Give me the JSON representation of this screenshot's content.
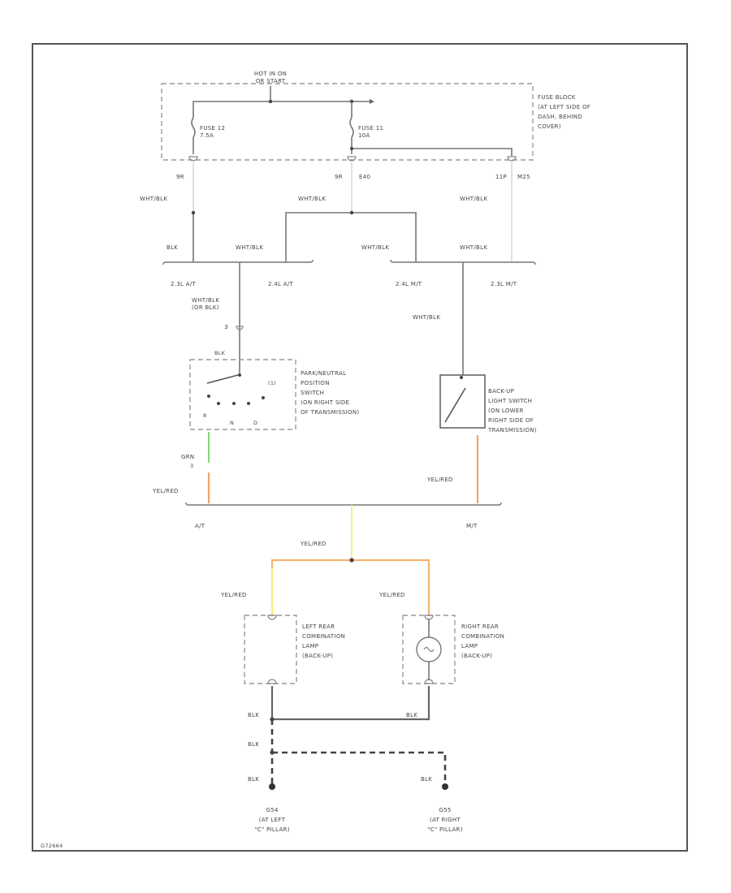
{
  "source": {
    "line1": "HOT IN ON",
    "line2": "OR START"
  },
  "fuse_block": {
    "line1": "FUSE BLOCK",
    "line2": "(AT LEFT SIDE OF",
    "line3": "DASH, BEHIND",
    "line4": "COVER)"
  },
  "fuses": {
    "f12_name": "FUSE 12",
    "f12_rating": "7.5A",
    "f11_name": "FUSE 11",
    "f11_rating": "10A"
  },
  "connectors": {
    "c1": "9R",
    "c2": "9R",
    "c3": "E40",
    "c4": "11P",
    "c5": "M25",
    "c6": "3"
  },
  "wires": {
    "wht_blk": "WHT/BLK",
    "blk": "BLK",
    "wht_blk_or_blk_1": "WHT/BLK",
    "wht_blk_or_blk_2": "(OR BLK)",
    "grn": "GRN",
    "yel_red": "YEL/RED"
  },
  "options": {
    "opt1": "2.3L A/T",
    "opt2": "2.4L A/T",
    "opt3": "2.4L M/T",
    "opt4": "2.3L M/T",
    "at": "A/T",
    "mt": "M/T"
  },
  "pn_switch": {
    "line1": "PARK/NEUTRAL",
    "line2": "POSITION",
    "line3": "SWITCH",
    "line4": "(ON RIGHT SIDE",
    "line5": "OF TRANSMISSION)",
    "pin_top": "BLK",
    "pin_n": "N",
    "pin_d": "D",
    "pin_8": "8",
    "pin_bot": "(1)"
  },
  "backup_switch": {
    "line1": "BACK-UP",
    "line2": "LIGHT SWITCH",
    "line3": "(ON LOWER",
    "line4": "RIGHT SIDE OF",
    "line5": "TRANSMISSION)"
  },
  "left_lamp": {
    "line1": "LEFT REAR",
    "line2": "COMBINATION",
    "line3": "LAMP",
    "line4": "(BACK-UP)"
  },
  "right_lamp": {
    "line1": "RIGHT REAR",
    "line2": "COMBINATION",
    "line3": "LAMP",
    "line4": "(BACK-UP)"
  },
  "grounds": {
    "left_id": "G54",
    "left_loc1": "(AT LEFT",
    "left_loc2": "\"C\" PILLAR)",
    "right_id": "G55",
    "right_loc1": "(AT RIGHT",
    "right_loc2": "\"C\" PILLAR)"
  },
  "figure_code": "G72664"
}
